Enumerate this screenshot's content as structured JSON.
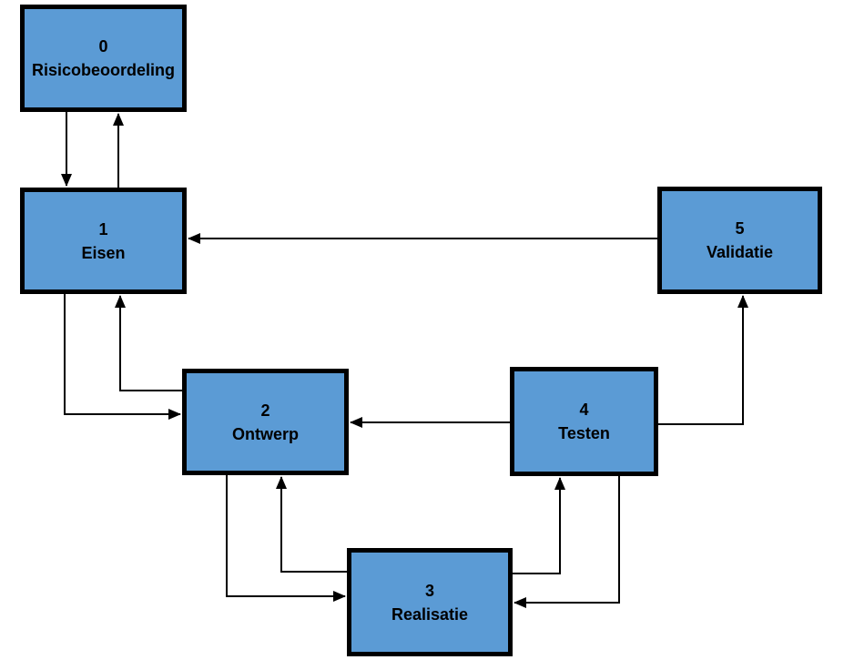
{
  "diagram": {
    "background_color": "#ffffff",
    "node_fill_color": "#5B9BD5",
    "node_border_color": "#000000",
    "connector_color": "#000000",
    "nodes": [
      {
        "id": "0",
        "number": "0",
        "label": "Risicobeoordeling"
      },
      {
        "id": "1",
        "number": "1",
        "label": "Eisen"
      },
      {
        "id": "2",
        "number": "2",
        "label": "Ontwerp"
      },
      {
        "id": "3",
        "number": "3",
        "label": "Realisatie"
      },
      {
        "id": "4",
        "number": "4",
        "label": "Testen"
      },
      {
        "id": "5",
        "number": "5",
        "label": "Validatie"
      }
    ],
    "edges": [
      {
        "from": "0",
        "to": "1"
      },
      {
        "from": "1",
        "to": "0"
      },
      {
        "from": "5",
        "to": "1"
      },
      {
        "from": "1",
        "to": "2"
      },
      {
        "from": "2",
        "to": "1"
      },
      {
        "from": "4",
        "to": "2"
      },
      {
        "from": "2",
        "to": "3"
      },
      {
        "from": "3",
        "to": "2"
      },
      {
        "from": "3",
        "to": "4"
      },
      {
        "from": "4",
        "to": "3"
      },
      {
        "from": "4",
        "to": "5"
      }
    ]
  }
}
